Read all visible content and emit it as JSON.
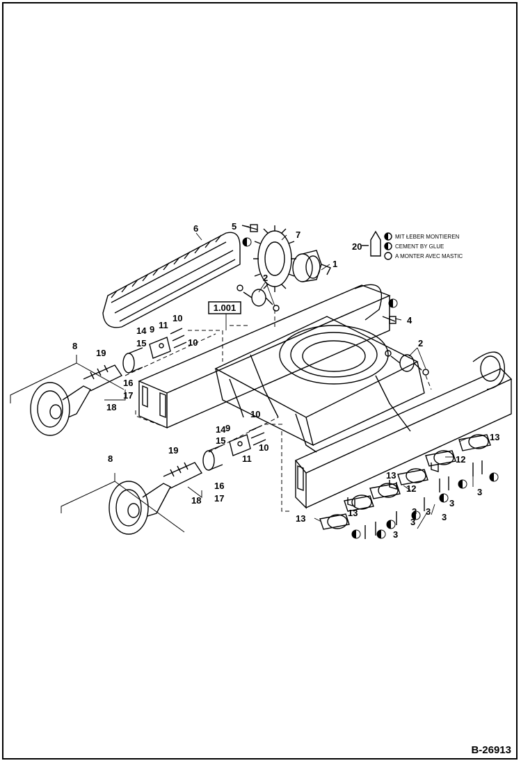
{
  "document_id": "B-26913",
  "reference_box": "1.001",
  "legend": {
    "label": "20",
    "lines": [
      "MIT ŁEBER MONTIEREN",
      "CEMENT BY GLUE",
      "A MONTER AVEC MASTIC"
    ]
  },
  "callouts": {
    "c1": "1",
    "c2a": "2",
    "c2b": "2",
    "c3a": "3",
    "c3b": "3",
    "c3c": "3",
    "c3d": "3",
    "c3e": "3",
    "c3f": "3",
    "c3g": "3",
    "c4": "4",
    "c5": "5",
    "c6": "6",
    "c7": "7",
    "c8a": "8",
    "c8b": "8",
    "c9a": "9",
    "c9b": "9",
    "c10a": "10",
    "c10b": "10",
    "c10c": "10",
    "c10d": "10",
    "c11a": "11",
    "c11b": "11",
    "c12a": "12",
    "c12b": "12",
    "c13a": "13",
    "c13b": "13",
    "c13c": "13",
    "c13d": "13",
    "c14a": "14",
    "c14b": "14",
    "c15a": "15",
    "c15b": "15",
    "c16a": "16",
    "c16b": "16",
    "c17a": "17",
    "c17b": "17",
    "c18a": "18",
    "c18b": "18",
    "c19a": "19",
    "c19b": "19"
  }
}
